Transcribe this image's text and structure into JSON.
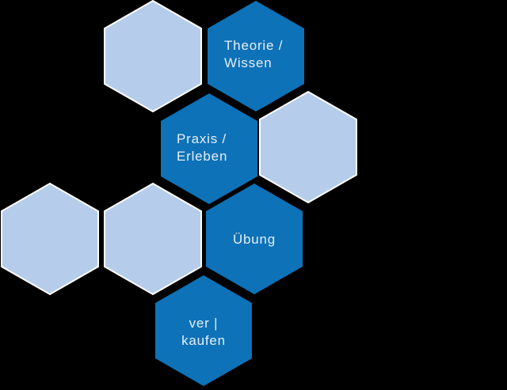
{
  "diagram": {
    "background_color": "#000000",
    "colors": {
      "background": "#000000",
      "dark_hex": "#0d72b8",
      "light_hex": "#b5cdea",
      "hex_stroke": "#ffffff",
      "label_text": "#e7eef8"
    },
    "hexagons": [
      {
        "id": "empty-top-left",
        "variant": "light",
        "label_lines": []
      },
      {
        "id": "theorie-wissen",
        "variant": "dark",
        "label_lines": [
          "Theorie /",
          "Wissen"
        ]
      },
      {
        "id": "praxis-erleben",
        "variant": "dark",
        "label_lines": [
          "Praxis /",
          "Erleben"
        ]
      },
      {
        "id": "empty-right",
        "variant": "light",
        "label_lines": []
      },
      {
        "id": "empty-far-left",
        "variant": "light",
        "label_lines": []
      },
      {
        "id": "empty-mid-left",
        "variant": "light",
        "label_lines": []
      },
      {
        "id": "uebung",
        "variant": "dark",
        "label_lines": [
          "Übung"
        ]
      },
      {
        "id": "ver-kaufen",
        "variant": "dark",
        "label_lines": [
          "ver |",
          "kaufen"
        ]
      }
    ]
  }
}
